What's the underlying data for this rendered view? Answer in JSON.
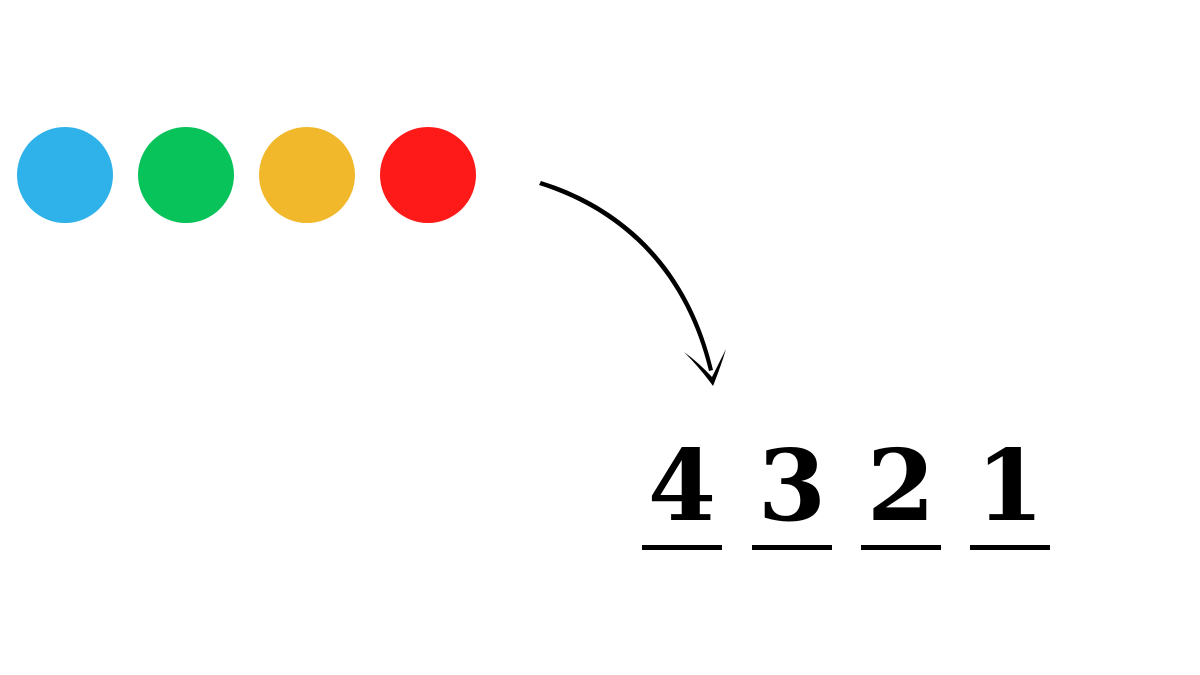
{
  "colors": {
    "background": "#ffffff",
    "ink": "#000000"
  },
  "dots": [
    {
      "color": "#2FB1EA"
    },
    {
      "color": "#08C25A"
    },
    {
      "color": "#F0B82A"
    },
    {
      "color": "#FF1A1A"
    }
  ],
  "slots": [
    {
      "number": "4"
    },
    {
      "number": "3"
    },
    {
      "number": "2"
    },
    {
      "number": "1"
    }
  ]
}
